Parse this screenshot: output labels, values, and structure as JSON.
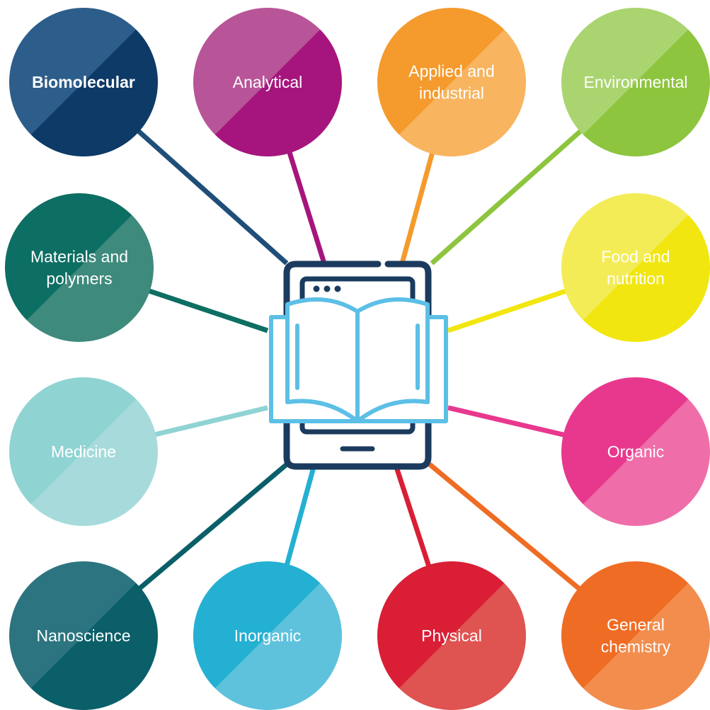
{
  "nodes": [
    {
      "id": "biomolecular",
      "lines": [
        "Biomolecular"
      ],
      "bold": true,
      "color": "#1f4e79",
      "shade": "#0d3a66",
      "light": "#2d5d8a"
    },
    {
      "id": "analytical",
      "lines": [
        "Analytical"
      ],
      "bold": false,
      "color": "#a6157d",
      "shade": "#a6157d",
      "light": "#b85598"
    },
    {
      "id": "applied-industrial",
      "lines": [
        "Applied and",
        "industrial"
      ],
      "bold": false,
      "color": "#f59a2c",
      "shade": "#f59a2c",
      "light": "#f8b45e"
    },
    {
      "id": "environmental",
      "lines": [
        "Environmental"
      ],
      "bold": false,
      "color": "#8dc53e",
      "shade": "#8dc53e",
      "light": "#aad46f"
    },
    {
      "id": "materials-polymers",
      "lines": [
        "Materials and",
        "polymers"
      ],
      "bold": false,
      "color": "#0d6e63",
      "shade": "#0d6e63",
      "light": "#3e8a7c"
    },
    {
      "id": "food-nutrition",
      "lines": [
        "Food and",
        "nutrition"
      ],
      "bold": false,
      "color": "#f1e60f",
      "shade": "#f1e60f",
      "light": "#f4ec57"
    },
    {
      "id": "medicine",
      "lines": [
        "Medicine"
      ],
      "bold": false,
      "color": "#8fd3d3",
      "shade": "#8fd3d3",
      "light": "#a7dbdb"
    },
    {
      "id": "organic",
      "lines": [
        "Organic"
      ],
      "bold": false,
      "color": "#e8388e",
      "shade": "#e8388e",
      "light": "#ef6ea9"
    },
    {
      "id": "nanoscience",
      "lines": [
        "Nanoscience"
      ],
      "bold": false,
      "color": "#0a5f69",
      "shade": "#0a5f69",
      "light": "#2c7580"
    },
    {
      "id": "inorganic",
      "lines": [
        "Inorganic"
      ],
      "bold": false,
      "color": "#24b0d2",
      "shade": "#24b0d2",
      "light": "#5fc2dd"
    },
    {
      "id": "physical",
      "lines": [
        "Physical"
      ],
      "bold": false,
      "color": "#d91e36",
      "shade": "#d91e36",
      "light": "#df5350"
    },
    {
      "id": "general-chemistry",
      "lines": [
        "General",
        "chemistry"
      ],
      "bold": false,
      "color": "#ef6c24",
      "shade": "#ef6c24",
      "light": "#f28d4e"
    }
  ],
  "center_icon": {
    "name": "tablet-book-icon",
    "outline_color": "#1b3b5e",
    "book_color": "#5cbfe6"
  }
}
